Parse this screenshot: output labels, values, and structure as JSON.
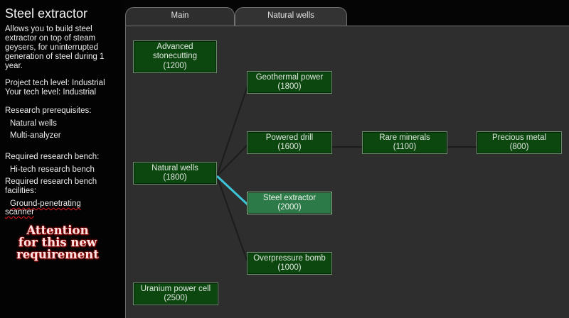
{
  "info": {
    "title": "Steel extractor",
    "description": [
      "Allows you to build steel",
      "extractor on top of steam",
      "geysers, for uninterrupted",
      "generation of steel during 1",
      "year."
    ],
    "project_tech": "Project tech level: Industrial",
    "your_tech": "Your tech level: Industrial",
    "prereq_heading": "Research prerequisites:",
    "prereqs": [
      "Natural wells",
      "Multi-analyzer"
    ],
    "bench_heading": "Required research bench:",
    "bench": "Hi-tech research bench",
    "facilities_heading": [
      "Required research bench",
      "facilities:"
    ],
    "facilities": [
      "Ground-penetrating",
      "scanner"
    ],
    "note": "Attention\nfor this new\nrequirement"
  },
  "tabs": [
    "Main",
    "Natural wells"
  ],
  "colors": {
    "node_fill": "#0d4710",
    "selected_fill": "#2b7a47",
    "highlight_link": "#3cc4d8"
  },
  "nodes": [
    {
      "id": "advanced-stonecutting",
      "label": "Advanced\nstonecutting",
      "cost": "(1200)"
    },
    {
      "id": "geothermal-power",
      "label": "Geothermal power",
      "cost": "(1800)"
    },
    {
      "id": "powered-drill",
      "label": "Powered drill",
      "cost": "(1600)"
    },
    {
      "id": "rare-minerals",
      "label": "Rare minerals",
      "cost": "(1100)"
    },
    {
      "id": "precious-metal",
      "label": "Precious metal",
      "cost": "(800)"
    },
    {
      "id": "natural-wells",
      "label": "Natural wells",
      "cost": "(1800)"
    },
    {
      "id": "steel-extractor",
      "label": "Steel extractor",
      "cost": "(2000)",
      "selected": true
    },
    {
      "id": "overpressure-bomb",
      "label": "Overpressure bomb",
      "cost": "(1000)"
    },
    {
      "id": "uranium-power-cell",
      "label": "Uranium power cell",
      "cost": "(2500)"
    }
  ]
}
